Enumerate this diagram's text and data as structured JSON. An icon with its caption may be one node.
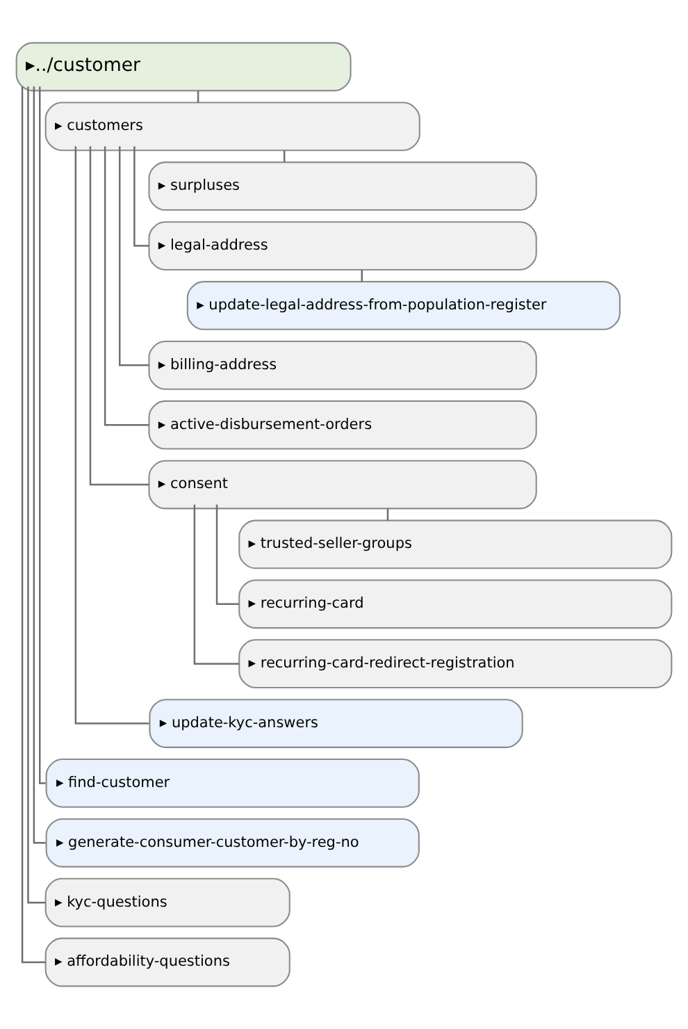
{
  "diagram": {
    "nodes": [
      {
        "text": [
          "▸../customer"
        ]
      },
      {
        "text": [
          "▸ customers"
        ]
      },
      {
        "text": [
          "▸ surpluses"
        ]
      },
      {
        "text": [
          "▸ legal-address"
        ]
      },
      {
        "text": [
          "▸ update-legal-address-from-population-register"
        ]
      },
      {
        "text": [
          "▸ billing-address"
        ]
      },
      {
        "text": [
          "▸ active-disbursement-orders"
        ]
      },
      {
        "text": [
          "▸ consent"
        ]
      },
      {
        "text": [
          "▸ trusted-seller-groups"
        ]
      },
      {
        "text": [
          "▸ recurring-card"
        ]
      },
      {
        "text": [
          "▸ recurring-card-redirect-registration"
        ]
      },
      {
        "text": [
          "▸ update-kyc-answers"
        ]
      },
      {
        "text": [
          "▸ find-customer"
        ]
      },
      {
        "text": [
          "▸ generate-consumer-customer-by-reg-no"
        ]
      },
      {
        "text": [
          "▸ kyc-questions"
        ]
      },
      {
        "text": [
          "▸ affordability-questions"
        ]
      }
    ],
    "edges": [
      {
        "from": 0,
        "to": 1,
        "arrow": "none"
      },
      {
        "from": 1,
        "to": 2,
        "arrow": "none"
      },
      {
        "from": 1,
        "to": 3,
        "arrow": "none"
      },
      {
        "from": 3,
        "to": 4,
        "arrow": "none"
      },
      {
        "from": 1,
        "to": 5,
        "arrow": "none"
      },
      {
        "from": 1,
        "to": 6,
        "arrow": "none"
      },
      {
        "from": 1,
        "to": 7,
        "arrow": "none"
      },
      {
        "from": 7,
        "to": 8,
        "arrow": "none"
      },
      {
        "from": 7,
        "to": 9,
        "arrow": "none"
      },
      {
        "from": 7,
        "to": 10,
        "arrow": "none"
      },
      {
        "from": 1,
        "to": 11,
        "arrow": "none"
      },
      {
        "from": 0,
        "to": 12,
        "arrow": "none"
      },
      {
        "from": 0,
        "to": 13,
        "arrow": "none"
      },
      {
        "from": 0,
        "to": 14,
        "arrow": "none"
      },
      {
        "from": 0,
        "to": 15,
        "arrow": "none"
      }
    ]
  }
}
